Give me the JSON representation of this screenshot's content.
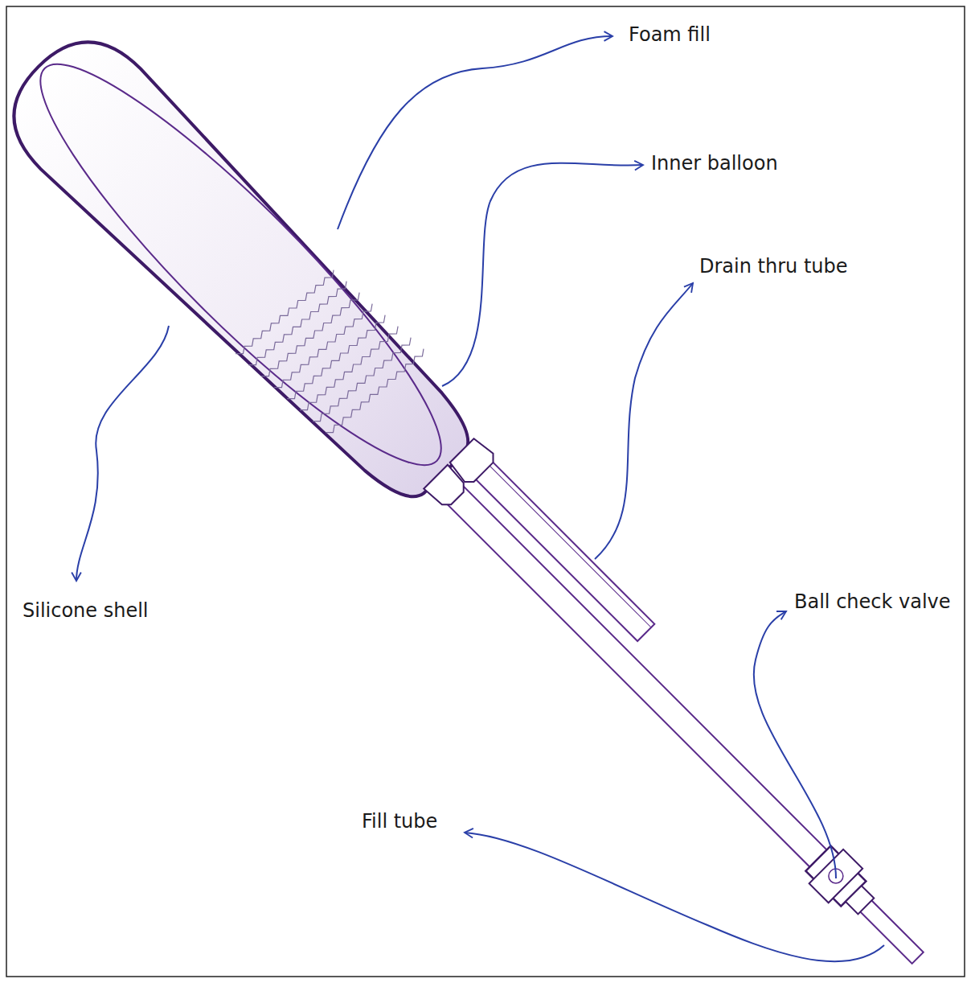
{
  "diagram": {
    "labels": [
      "Foam fill",
      "Inner balloon",
      "Drain thru tube",
      "Ball check valve",
      "Fill tube",
      "Silicone shell"
    ]
  }
}
